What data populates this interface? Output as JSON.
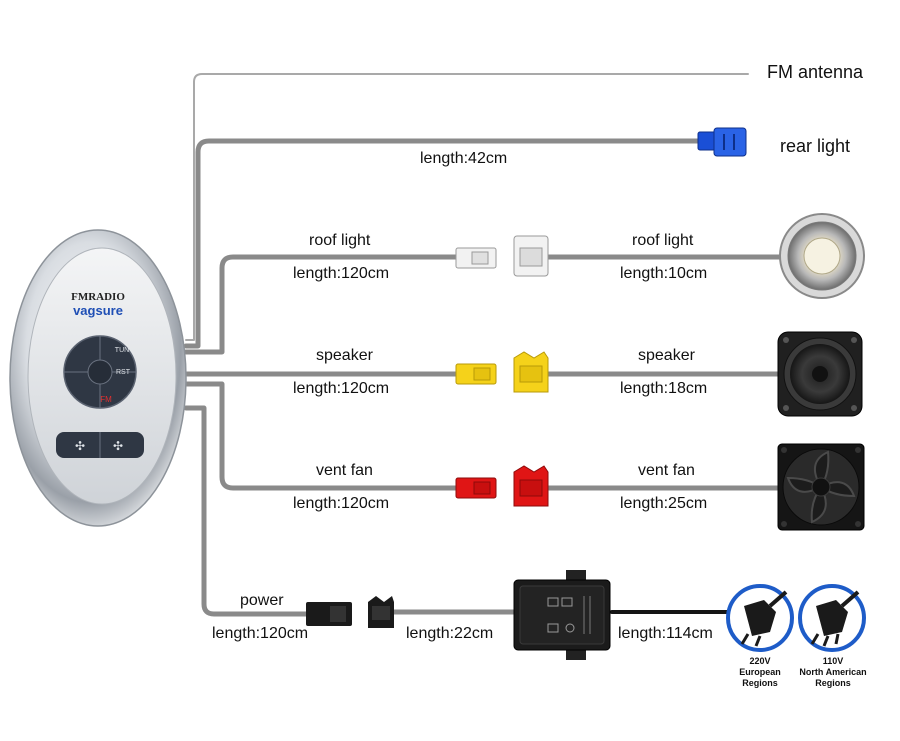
{
  "controller": {
    "brand_small": "FMRADIO",
    "brand": "vagsure",
    "btn_tun": "TUN",
    "btn_rst": "RST",
    "btn_fm": "FM"
  },
  "wires": {
    "fm_antenna": {
      "label": "FM antenna"
    },
    "rear_light": {
      "label": "rear light",
      "length": "length:42cm"
    },
    "roof_light": {
      "left_label": "roof light",
      "left_length": "length:120cm",
      "right_label": "roof light",
      "right_length": "length:10cm"
    },
    "speaker": {
      "left_label": "speaker",
      "left_length": "length:120cm",
      "right_label": "speaker",
      "right_length": "length:18cm"
    },
    "vent_fan": {
      "left_label": "vent fan",
      "left_length": "length:120cm",
      "right_label": "vent fan",
      "right_length": "length:25cm"
    },
    "power": {
      "label": "power",
      "length_1": "length:120cm",
      "length_2": "length:22cm",
      "length_3": "length:114cm"
    }
  },
  "plugs": {
    "eu": {
      "voltage": "220V",
      "region_1": "European",
      "region_2": "Regions"
    },
    "us": {
      "voltage": "110V",
      "region_1": "North American",
      "region_2": "Regions"
    }
  },
  "colors": {
    "wire": "#8a8a8a",
    "plug_outline": "#1e5cc8",
    "connector_roof": "#f2f2f2",
    "connector_speaker": "#f5d21a",
    "connector_fan": "#e01515",
    "connector_rear": "#1a4fd6"
  }
}
